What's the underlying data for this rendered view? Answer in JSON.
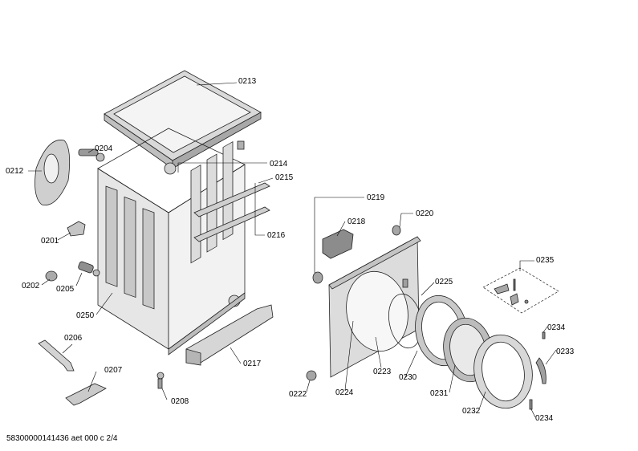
{
  "footer": "58300000141436 aet 000 c 2/4",
  "labels": {
    "p0213": "0213",
    "p0204": "0204",
    "p0212": "0212",
    "p0214": "0214",
    "p0215": "0215",
    "p0216": "0216",
    "p0201": "0201",
    "p0202": "0202",
    "p0205": "0205",
    "p0250": "0250",
    "p0206": "0206",
    "p0207": "0207",
    "p0208": "0208",
    "p0217": "0217",
    "p0219": "0219",
    "p0218": "0218",
    "p0220": "0220",
    "p0225": "0225",
    "p0235": "0235",
    "p0234a": "0234",
    "p0233": "0233",
    "p0223": "0223",
    "p0230": "0230",
    "p0222": "0222",
    "p0224": "0224",
    "p0231": "0231",
    "p0232": "0232",
    "p0234b": "0234"
  }
}
